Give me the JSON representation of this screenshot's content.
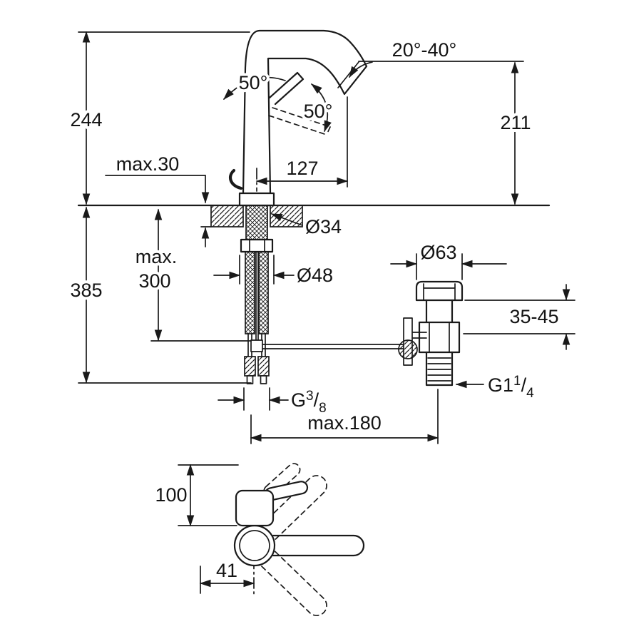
{
  "colors": {
    "line": "#1a1a1a",
    "background": "#ffffff"
  },
  "labels": {
    "d244": "244",
    "max30": "max.30",
    "d385": "385",
    "max300a": "max.",
    "max300b": "300",
    "d127": "127",
    "a50_side": "50°",
    "a50_tilt": "50°",
    "a2040": "20°-40°",
    "d211": "211",
    "dia34": "Ø34",
    "dia48": "Ø48",
    "dia63": "Ø63",
    "r3545": "35-45",
    "max180": "max.180",
    "d100": "100",
    "d41": "41",
    "g38": {
      "base": "G",
      "sup": "3",
      "slash": "/",
      "sub": "8"
    },
    "g114": {
      "base": "G1",
      "sup": "1",
      "slash": "/",
      "sub": "4"
    }
  }
}
